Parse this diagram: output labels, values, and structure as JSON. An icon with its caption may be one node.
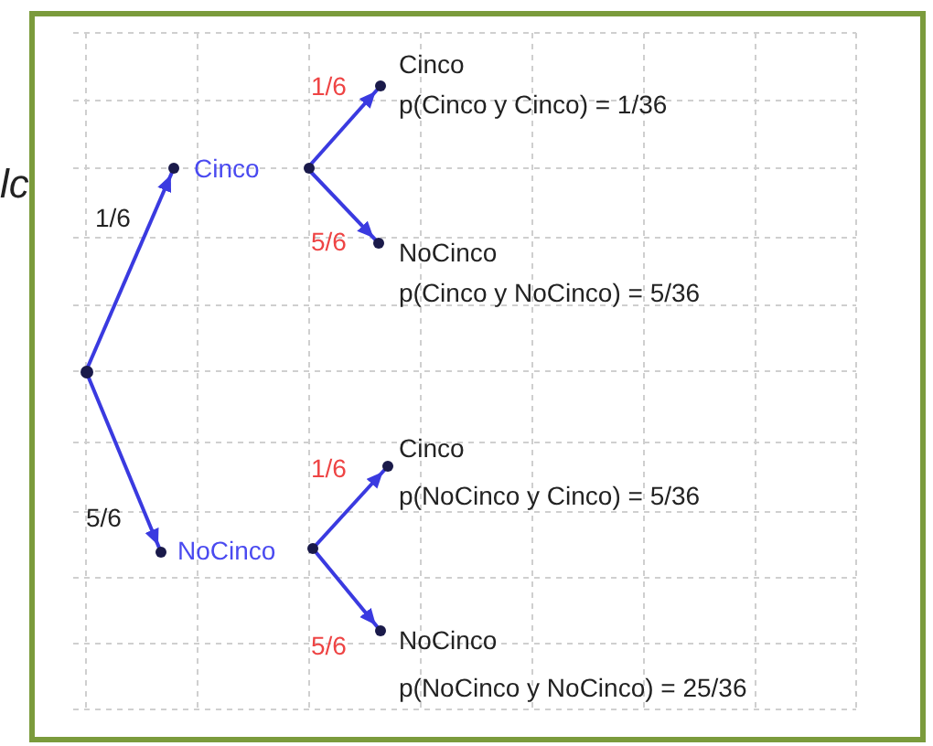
{
  "diagram": {
    "nodes": [
      {
        "text": [],
        "shape": "circle"
      },
      {
        "text": [
          "Cinco"
        ]
      },
      {
        "text": [
          "NoCinco"
        ]
      },
      {
        "text": [
          "Cinco",
          "p(Cinco y Cinco) = 1/36"
        ]
      },
      {
        "text": [
          "NoCinco",
          "p(Cinco y NoCinco) = 5/36"
        ]
      },
      {
        "text": [
          "Cinco",
          "p(NoCinco y Cinco) = 5/36"
        ]
      },
      {
        "text": [
          "NoCinco",
          "p(NoCinco y NoCinco) = 25/36"
        ]
      }
    ],
    "edges": [
      {
        "from": 0,
        "to": 1,
        "arrow": "to",
        "label": "1/6"
      },
      {
        "from": 0,
        "to": 2,
        "arrow": "to",
        "label": "5/6"
      },
      {
        "from": 1,
        "to": 3,
        "arrow": "to",
        "label": "1/6"
      },
      {
        "from": 1,
        "to": 4,
        "arrow": "to",
        "label": "5/6"
      },
      {
        "from": 2,
        "to": 5,
        "arrow": "to",
        "label": "1/6"
      },
      {
        "from": 2,
        "to": 6,
        "arrow": "to",
        "label": "5/6"
      }
    ],
    "labels": [
      "lc"
    ]
  }
}
